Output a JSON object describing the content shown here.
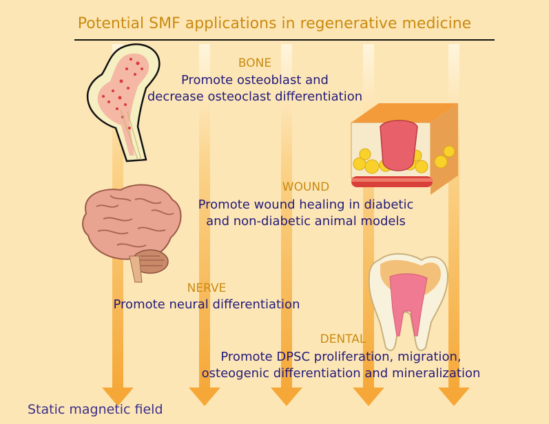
{
  "title": "Potential SMF applications in regenerative medicine",
  "sections": {
    "bone": {
      "heading": "BONE",
      "line1": "Promote osteoblast and",
      "line2": "decrease osteoclast differentiation"
    },
    "wound": {
      "heading": "WOUND",
      "line1": "Promote wound healing in diabetic",
      "line2": "and non-diabetic animal models"
    },
    "nerve": {
      "heading": "NERVE",
      "line1": "Promote neural differentiation"
    },
    "dental": {
      "heading": "DENTAL",
      "line1": "Promote DPSC proliferation, migration,",
      "line2": "osteogenic differentiation and mineralization"
    }
  },
  "footer": "Static magnetic field",
  "colors": {
    "background": "#fde6b6",
    "heading": "#c98a10",
    "description": "#221a7a",
    "arrow": "#f7b24a"
  },
  "icons": [
    "bone-icon",
    "brain-icon",
    "skin-wound-icon",
    "tooth-icon"
  ]
}
